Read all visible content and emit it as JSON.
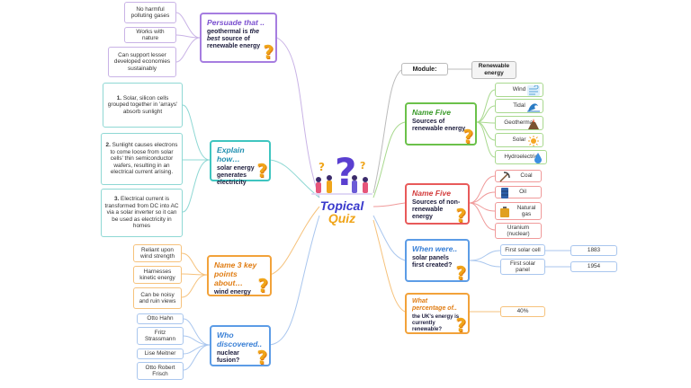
{
  "center": {
    "line1": "Topical",
    "line2": "Quiz"
  },
  "module": {
    "label": "Module:",
    "value": "Renewable energy"
  },
  "left": {
    "persuade": {
      "question": "Persuade that ..",
      "statement_pre": "geothermal is ",
      "statement_em": "the best",
      "statement_post": " source of renewable energy",
      "answers": [
        "No harmful polluting gases",
        "Works with nature",
        "Can support lesser developed economies sustainably"
      ]
    },
    "explain": {
      "question": "Explain how…",
      "statement": "solar energy generates electricity",
      "answers": [
        {
          "num": "1.",
          "text": " Solar, silicon cells grouped together in 'arrays' absorb sunlight"
        },
        {
          "num": "2.",
          "text": " Sunlight causes electrons to come loose from solar cells' thin semiconductor wafers, resulting in an electrical current arising."
        },
        {
          "num": "3.",
          "text": " Electrical current is transformed from DC into AC via a solar inverter so it can be used as electricity in homes"
        }
      ]
    },
    "name3": {
      "question": "Name 3 key points about…",
      "statement": "wind energy",
      "answers": [
        "Reliant upon wind strength",
        "Harnesses kinetic energy",
        "Can be noisy and ruin views"
      ]
    },
    "who": {
      "question": "Who discovered..",
      "statement": "nuclear fusion?",
      "answers": [
        "Otto Hahn",
        "Fritz Strassmann",
        "Lise Meitner",
        "Otto Robert Frisch"
      ]
    }
  },
  "right": {
    "name5_renew": {
      "question": "Name Five",
      "statement": "Sources of renewable energy",
      "answers": [
        {
          "label": "Wind",
          "icon": "wind-icon"
        },
        {
          "label": "Tidal",
          "icon": "wave-icon"
        },
        {
          "label": "Geothermal",
          "icon": "volcano-icon"
        },
        {
          "label": "Solar",
          "icon": "sun-icon"
        },
        {
          "label": "Hydroelectric",
          "icon": "water-drop-icon"
        }
      ]
    },
    "name5_nonrenew": {
      "question": "Name Five",
      "statement": "Sources of non-renewable energy",
      "answers": [
        {
          "label": "Coal",
          "icon": "pickaxe-icon"
        },
        {
          "label": "Oil",
          "icon": "oil-barrel-icon"
        },
        {
          "label": "Natural gas",
          "icon": "gas-canister-icon"
        },
        {
          "label": "Uranium (nuclear)",
          "icon": ""
        }
      ]
    },
    "when": {
      "question": "When were..",
      "statement": "solar panels first created?",
      "answers": [
        {
          "label": "First solar cell",
          "year": "1883"
        },
        {
          "label": "First solar panel",
          "year": "1954"
        }
      ]
    },
    "percent": {
      "question": "What percentage of..",
      "statement": "the UK's energy is currently renewable?",
      "answer": "40%"
    }
  },
  "colors": {
    "purple": "#a67de0",
    "teal": "#3fc5c0",
    "orange": "#f2a23a",
    "blue": "#5c9ce6",
    "green": "#6bc14a",
    "red": "#e85a5a",
    "title_blue": "#3a3acc",
    "title_orange": "#f0a51a"
  }
}
